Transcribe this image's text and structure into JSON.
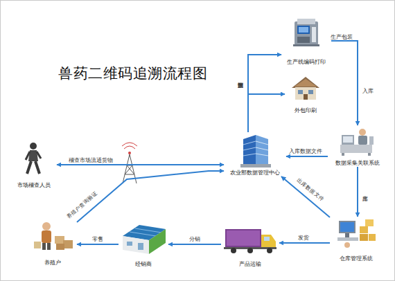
{
  "diagram": {
    "title": "兽药二维码追溯流程图",
    "nodes": [
      {
        "text": [
          "生产线编码打印"
        ]
      },
      {
        "text": [
          "外包印刷"
        ]
      },
      {
        "text": [
          "数据采集关联系统"
        ]
      },
      {
        "text": [
          "市场稽查人员"
        ]
      },
      {
        "text": [
          "农业部数据管理中心"
        ]
      },
      {
        "text": [
          "仓库管理系统"
        ]
      },
      {
        "text": [
          "养殖户"
        ]
      },
      {
        "text": [
          "经销商"
        ]
      },
      {
        "text": [
          "产品运输"
        ]
      }
    ],
    "edges": [
      {
        "from": 4,
        "to": 0,
        "label": "溯源数据",
        "arrow": "to"
      },
      {
        "from": 4,
        "to": 1,
        "arrow": "to"
      },
      {
        "from": 0,
        "to": 2,
        "label": "生产包装",
        "arrow": "to"
      },
      {
        "from": 2,
        "to": 4,
        "label": "入库数据文件",
        "arrow": "to"
      },
      {
        "from": 2,
        "to": 5,
        "label": "出库",
        "arrow": "to"
      },
      {
        "from": 5,
        "to": 4,
        "label": "出库数据文件",
        "arrow": "to"
      },
      {
        "from": 5,
        "to": 8,
        "label": "发货",
        "arrow": "to"
      },
      {
        "from": 8,
        "to": 7,
        "label": "分销",
        "arrow": "to"
      },
      {
        "from": 7,
        "to": 6,
        "label": "零售",
        "arrow": "to"
      },
      {
        "from": 3,
        "to": 4,
        "label": "稽查市场流通货物",
        "arrow": "both"
      },
      {
        "from": 6,
        "to": 4,
        "label": "养殖户查询验证",
        "arrow": "to"
      }
    ],
    "labels": [
      "入库"
    ]
  }
}
